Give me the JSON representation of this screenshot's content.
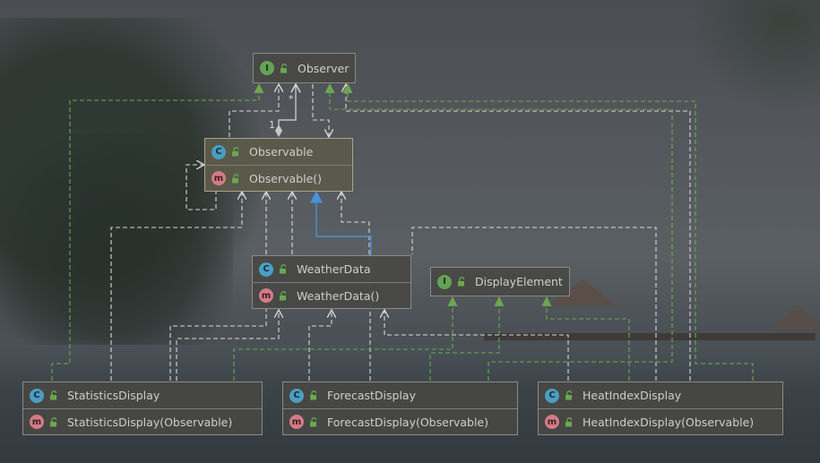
{
  "nodes": {
    "observer": {
      "kind_badge": "I",
      "name": "Observer"
    },
    "observable": {
      "kind_badge": "C",
      "name": "Observable",
      "method_badge": "m",
      "method": "Observable()"
    },
    "weather_data": {
      "kind_badge": "C",
      "name": "WeatherData",
      "method_badge": "m",
      "method": "WeatherData()"
    },
    "display_element": {
      "kind_badge": "I",
      "name": "DisplayElement"
    },
    "statistics_display": {
      "kind_badge": "C",
      "name": "StatisticsDisplay",
      "method_badge": "m",
      "method": "StatisticsDisplay(Observable)"
    },
    "forecast_display": {
      "kind_badge": "C",
      "name": "ForecastDisplay",
      "method_badge": "m",
      "method": "ForecastDisplay(Observable)"
    },
    "heat_index_display": {
      "kind_badge": "C",
      "name": "HeatIndexDisplay",
      "method_badge": "m",
      "method": "HeatIndexDisplay(Observable)"
    }
  },
  "multiplicity": {
    "many": "*",
    "one": "1"
  },
  "colors": {
    "dependency": "#d8d8d4",
    "implements": "#6aa84f",
    "extends": "#4a90d9",
    "class_badge": "#4a9fc1",
    "interface_badge": "#62a356",
    "method_badge": "#d37b86"
  },
  "icons": {
    "class": "class-badge-icon",
    "interface": "interface-badge-icon",
    "method": "method-badge-icon",
    "visibility": "unlocked-visibility-icon"
  }
}
